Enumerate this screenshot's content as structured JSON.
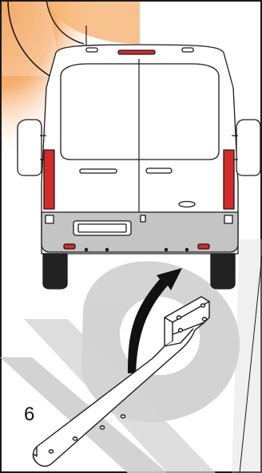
{
  "step": {
    "number": "6"
  },
  "subjects": {
    "vehicle": "van-rear",
    "part": "bracket"
  },
  "colors": {
    "accent_orange": "#f08a2c",
    "accent_orange_light": "#fbd9b0",
    "watermark_gray": "#cfcfcf",
    "van_body": "#ffffff",
    "bumper_gray": "#c4c4c4",
    "tail_light_red": "#d62a2a",
    "tire_black": "#222222",
    "arrow_black": "#111111",
    "line_black": "#1a1a1a"
  },
  "icons": {
    "motion_arrow": "curved-arrow-icon",
    "van": "van-icon",
    "bracket": "bracket-icon"
  }
}
